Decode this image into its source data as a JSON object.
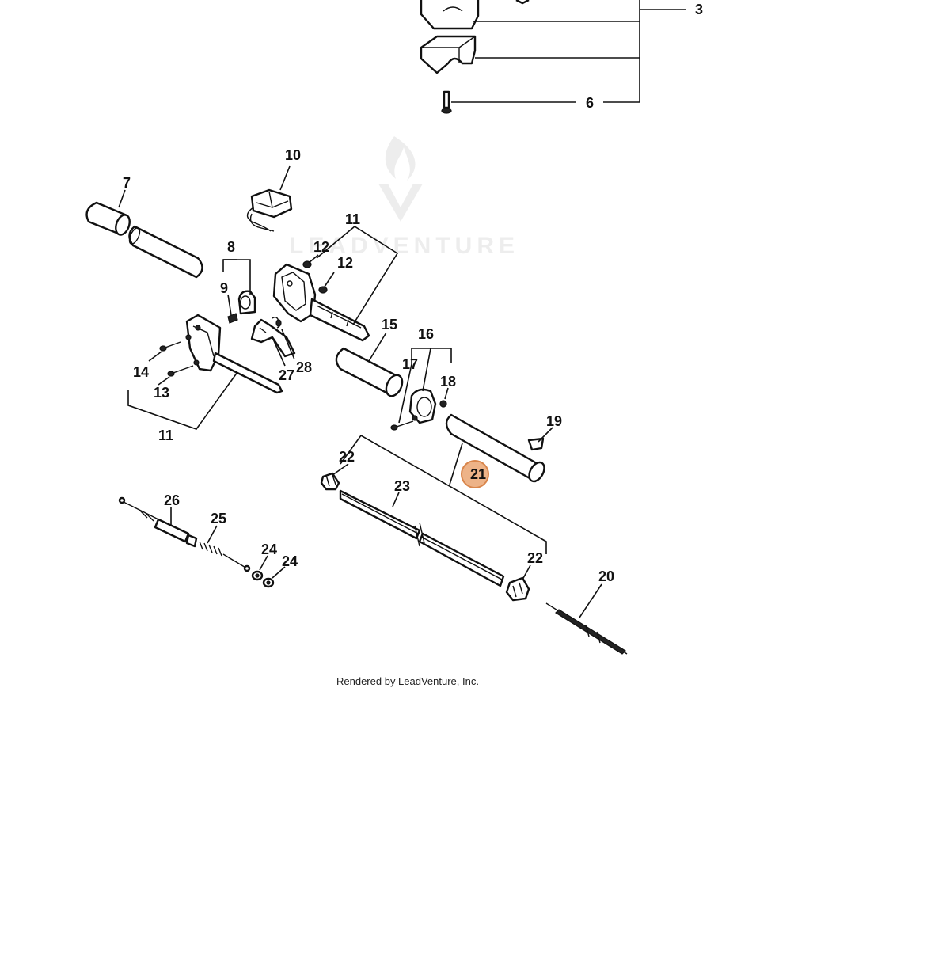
{
  "watermark": {
    "brand": "LEADVENTURE"
  },
  "credit": "Rendered by LeadVenture, Inc.",
  "highlight": {
    "label": "21",
    "color": "#e8a06a"
  },
  "callouts": {
    "c3": "3",
    "c6": "6",
    "c7": "7",
    "c8": "8",
    "c9": "9",
    "c10": "10",
    "c11a": "11",
    "c11b": "11",
    "c12a": "12",
    "c12b": "12",
    "c13": "13",
    "c14": "14",
    "c15": "15",
    "c16": "16",
    "c17": "17",
    "c18": "18",
    "c19": "19",
    "c20": "20",
    "c21": "21",
    "c22a": "22",
    "c22b": "22",
    "c23": "23",
    "c24a": "24",
    "c24b": "24",
    "c25": "25",
    "c26": "26",
    "c27": "27",
    "c28": "28"
  }
}
